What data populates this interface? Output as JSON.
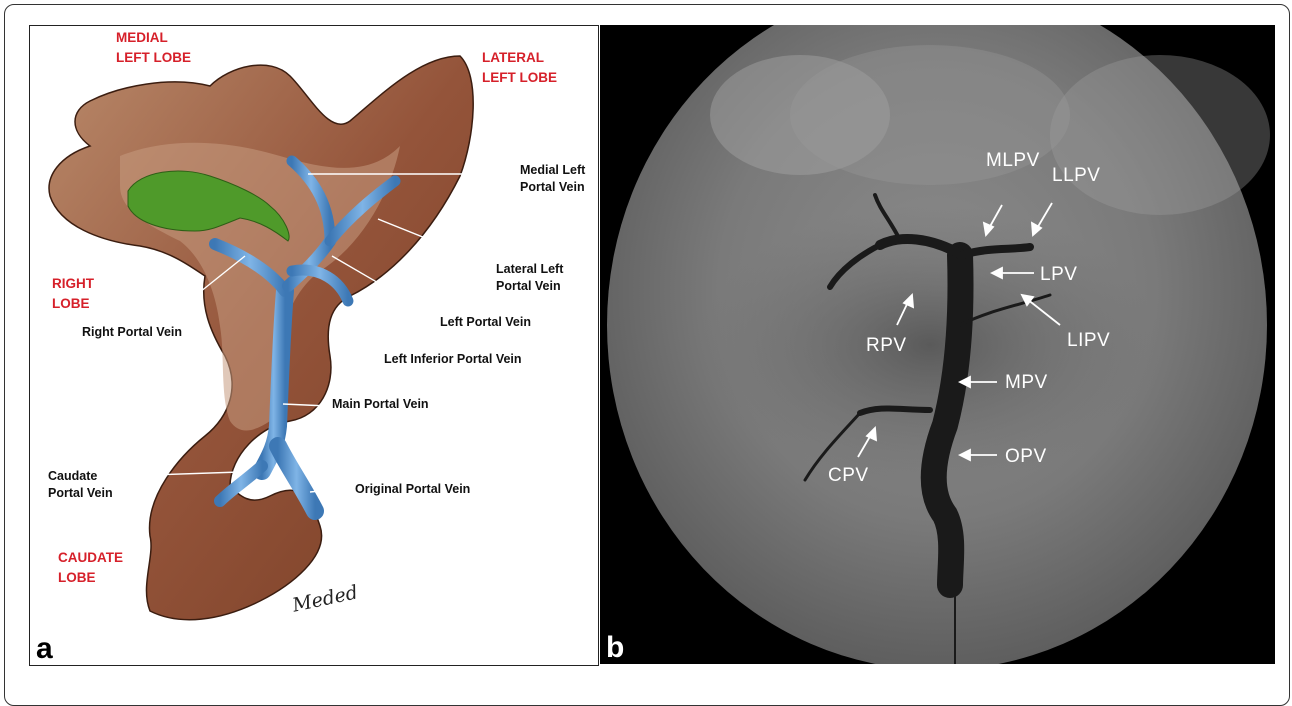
{
  "panel_a": {
    "letter": "a",
    "lobes": {
      "medial_left": "MEDIAL\nLEFT LOBE",
      "lateral_left": "LATERAL\nLEFT LOBE",
      "right": "RIGHT\nLOBE",
      "caudate": "CAUDATE\nLOBE"
    },
    "veins": {
      "medial_left": "Medial Left\nPortal Vein",
      "lateral_left": "Lateral Left\nPortal Vein",
      "left": "Left Portal Vein",
      "right": "Right Portal Vein",
      "left_inferior": "Left Inferior Portal Vein",
      "main": "Main Portal Vein",
      "caudate": "Caudate\nPortal Vein",
      "original": "Original Portal Vein"
    },
    "signature": "Meded",
    "colors": {
      "lobe_label": "#d6202a",
      "liver": "#8b4a2b",
      "vein": "#4f8fcf",
      "gallbladder": "#4f9a2a"
    }
  },
  "panel_b": {
    "letter": "b",
    "labels": {
      "mlpv": "MLPV",
      "llpv": "LLPV",
      "lpv": "LPV",
      "lipv": "LIPV",
      "rpv": "RPV",
      "mpv": "MPV",
      "opv": "OPV",
      "cpv": "CPV"
    }
  }
}
